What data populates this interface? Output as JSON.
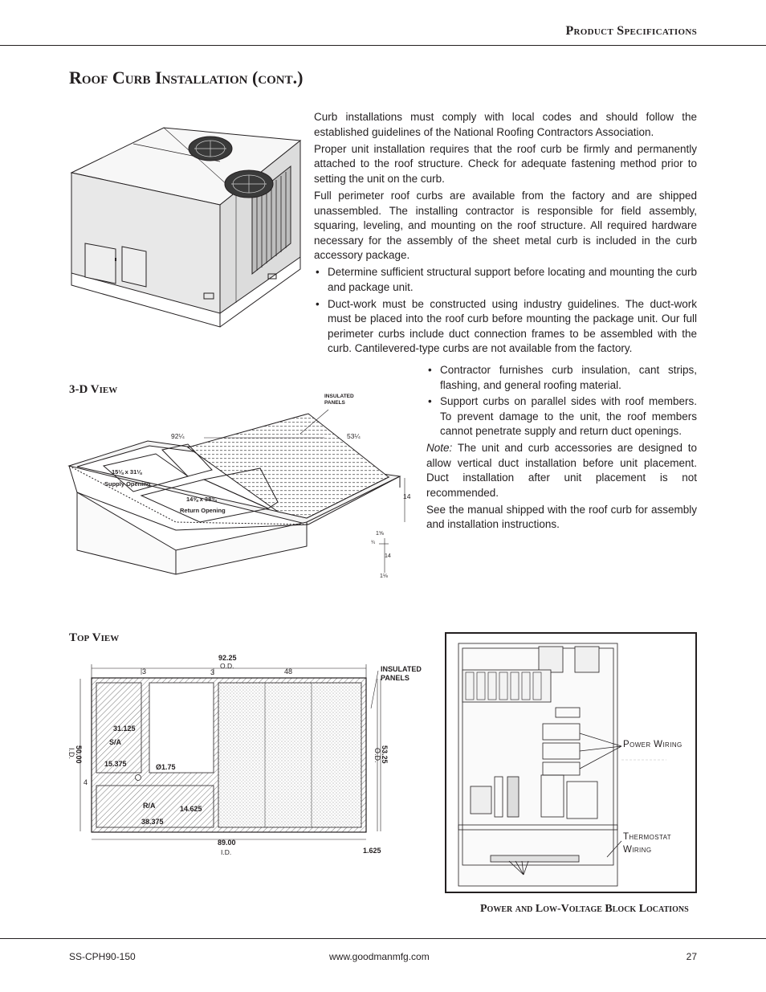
{
  "header": {
    "section": "Product Specifications"
  },
  "page_title": "Roof Curb Installation (cont.)",
  "intro": {
    "paragraphs": [
      "Curb installations must comply with local codes and should follow the established guidelines of the National Roofing Contractors Association.",
      "Proper unit installation requires that the roof curb be firmly and permanently attached to the roof structure. Check for adequate fastening method prior to setting the unit on the curb.",
      "Full perimeter roof curbs are available from the factory and are shipped unassembled. The installing contractor is responsible for field assembly, squaring, leveling, and mounting on the roof structure. All required hardware necessary for the assembly of the sheet metal curb is included in the curb accessory package."
    ],
    "bullets": [
      "Determine sufficient structural support before locating and mounting the curb and package unit.",
      "Duct-work must be constructed using industry guidelines. The duct-work must be placed into the roof curb before mounting the package unit. Our full perimeter curbs include duct connection frames to be assembled with the curb. Cantilevered-type curbs are not available from the factory."
    ]
  },
  "continued": {
    "bullets": [
      "Contractor furnishes curb insulation, cant strips, flash­ing, and general roofing material.",
      "Support curbs on parallel sides with roof members. To prevent damage to the unit, the roof members can­not penetrate supply and return duct openings."
    ],
    "note_label": "Note:",
    "note_text": " The unit and curb accessories are designed to allow vertical duct installation before unit placement. Duct installation after unit placement is not recommended.",
    "closing": "See the manual shipped with the roof curb for assembly and installation instructions."
  },
  "view_3d": {
    "title": "3-D View",
    "insulated": [
      "INSULATED",
      "PANELS"
    ],
    "dim_top_left": "92¼",
    "dim_top_right": "53¼",
    "supply_size": "15⅛ x 31⅛",
    "supply_label": "Supply Opening",
    "return_size": "14⅝ x 38⅜",
    "return_label": "Return Opening",
    "height": "14",
    "detail_a": "1⅝",
    "detail_b": "¾",
    "detail_c": "14",
    "detail_d": "1⅛"
  },
  "top_view": {
    "title": "Top View",
    "dim_od_w": "92.25",
    "dim_od_w_label": "O.D.",
    "dim_3a": "3",
    "dim_3b": "3",
    "dim_48": "48",
    "insulated": [
      "INSULATED",
      "PANELS"
    ],
    "dim_id_h": "50.00",
    "dim_id_h_label": "I.D.",
    "dim_od_h": "53.25",
    "dim_od_h_label": "O.D.",
    "dim_4": "4",
    "sa_label": "S/A",
    "dim_31125": "31.125",
    "dim_15375": "15.375",
    "hole_label": "Ø1.75",
    "ra_label": "R/A",
    "dim_14625": "14.625",
    "dim_38375": "38.375",
    "dim_id_w": "89.00",
    "dim_id_w_label": "I.D.",
    "dim_1625": "1.625"
  },
  "block": {
    "title": "Power and Low-Voltage Block Locations",
    "power_label": "Power Wiring",
    "thermostat_label": [
      "Thermostat",
      "Wiring"
    ]
  },
  "footer": {
    "doc_id": "SS-CPH90-150",
    "url": "www.goodmanmfg.com",
    "page": "27"
  }
}
